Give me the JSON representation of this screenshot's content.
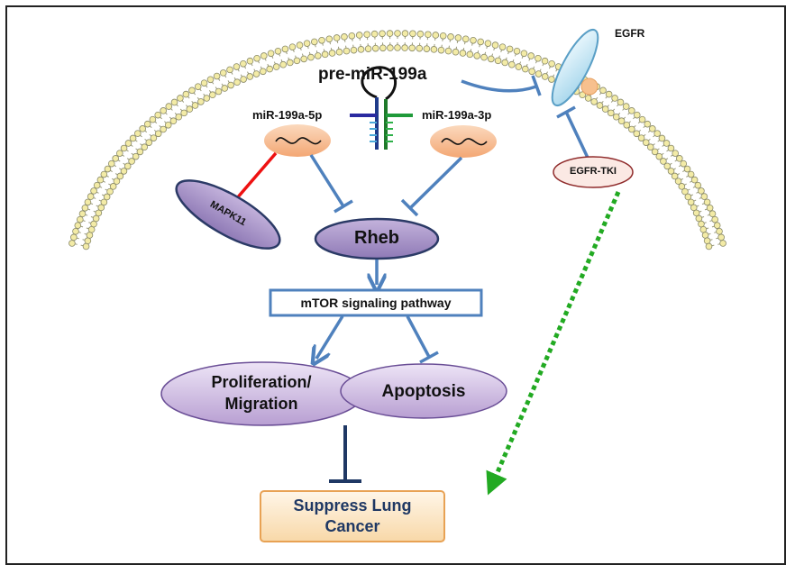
{
  "labels": {
    "egfr": "EGFR",
    "pre_mir": "pre-miR-199a",
    "mir_5p": "miR-199a-5p",
    "mir_3p": "miR-199a-3p",
    "egfr_tki": "EGFR-TKI",
    "mapk11": "MAPK11",
    "rheb": "Rheb",
    "mtor": "mTOR signaling pathway",
    "prolif_line1": "Proliferation/",
    "prolif_line2": "Migration",
    "apoptosis": "Apoptosis",
    "suppress_line1": "Suppress Lung",
    "suppress_line2": "Cancer"
  },
  "colors": {
    "arrow_blue": "#4f81bd",
    "inhibit_red": "#ee1111",
    "dotted_green": "#22aa22",
    "node_purple": "#c9b3dd",
    "mirna_peach": "#f7c69f",
    "cancer_box": "#fde9c9",
    "membrane_yellow": "#f3eba6"
  }
}
